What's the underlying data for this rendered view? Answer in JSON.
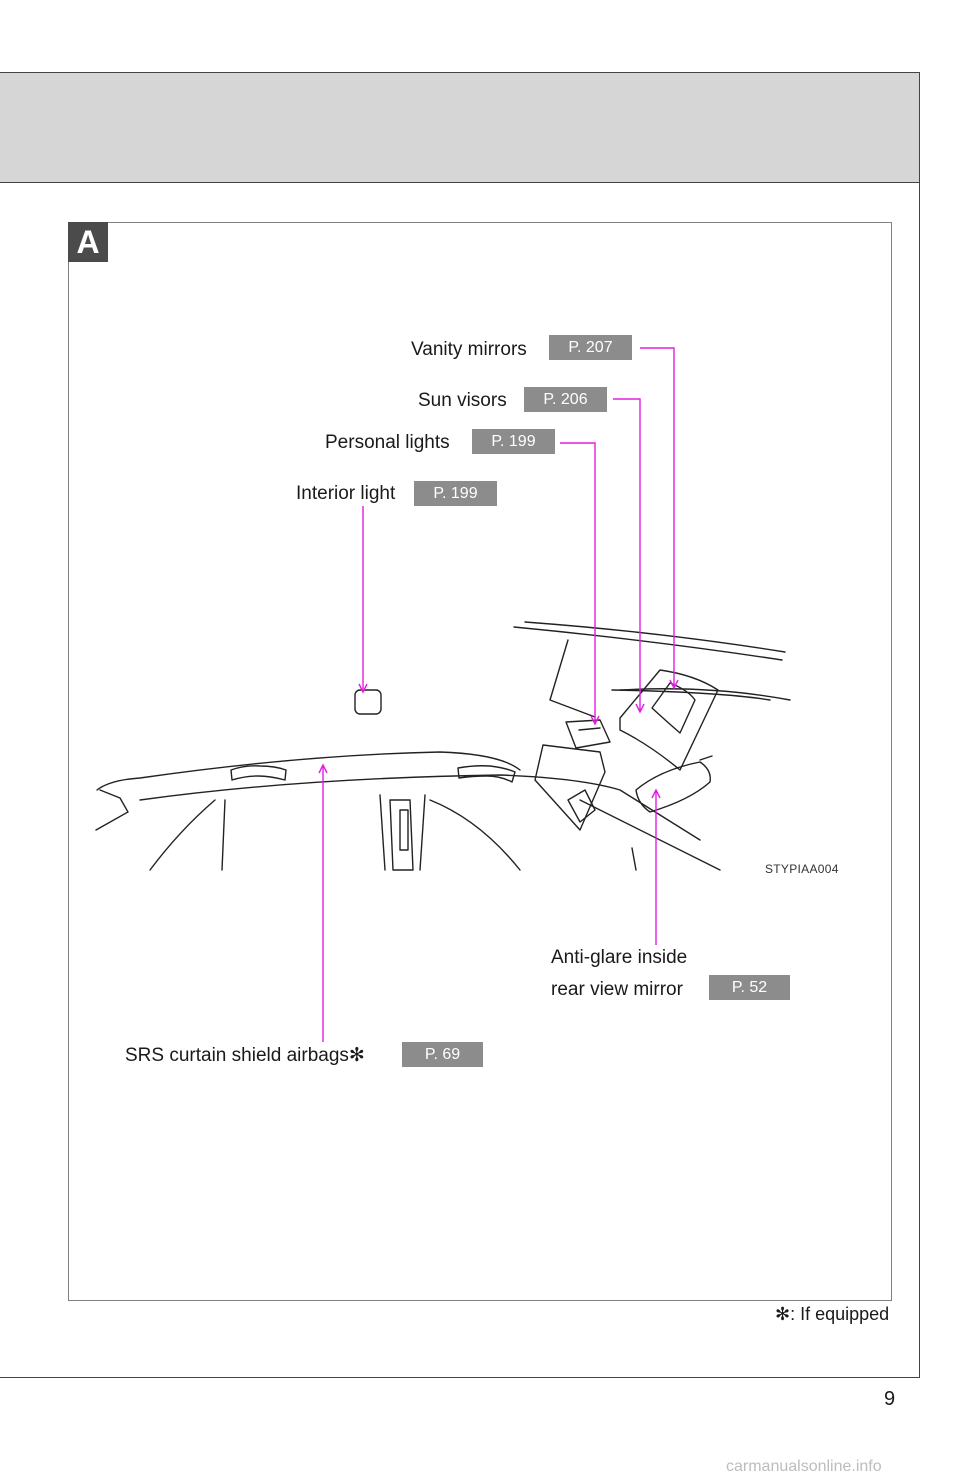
{
  "section_letter": "A",
  "callouts": {
    "vanity_mirrors": {
      "label": "Vanity mirrors",
      "ref": "P. 207"
    },
    "sun_visors": {
      "label": "Sun visors",
      "ref": "P. 206"
    },
    "personal_lights": {
      "label": "Personal lights",
      "ref": "P. 199"
    },
    "interior_light": {
      "label": "Interior light",
      "ref": "P. 199"
    },
    "anti_glare_mirror": {
      "label_line1": "Anti-glare inside",
      "label_line2": "rear view mirror",
      "ref": "P. 52"
    },
    "srs_airbags": {
      "label": "SRS curtain shield airbags",
      "ref": "P. 69"
    }
  },
  "illustration_code": "STYPIAA004",
  "footnote": {
    "mark": "✻",
    "text": ": If equipped"
  },
  "page_number": "9",
  "watermark": "carmanualsonline.info",
  "colors": {
    "leader_line": "#e020e0",
    "ref_badge": "#8c8c8c",
    "header_band": "#d6d6d6",
    "tab": "#4b4b4b"
  }
}
